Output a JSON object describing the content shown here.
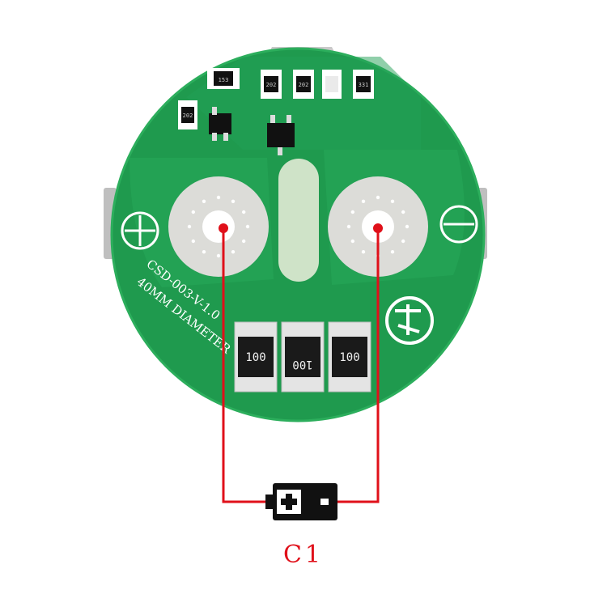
{
  "board": {
    "silkscreen_line1": "CSD-003-V-1.0",
    "silkscreen_line2": "40MM DIAMETER",
    "plus_symbol": "⊕",
    "minus_symbol": "⊖",
    "pcb_color": "#1f9a4e",
    "pad_color": "#dcdcd8",
    "resistors": [
      {
        "label": "100"
      },
      {
        "label": "100"
      },
      {
        "label": "100"
      }
    ],
    "smd_labels": [
      "153",
      "202",
      "202",
      "331",
      "202"
    ]
  },
  "wiring": {
    "color": "#e0101a"
  },
  "battery": {
    "plus_sign": "+",
    "minus_sign": "−",
    "color": "#111111"
  },
  "caption": {
    "text": "C1",
    "color": "#e0101a"
  }
}
